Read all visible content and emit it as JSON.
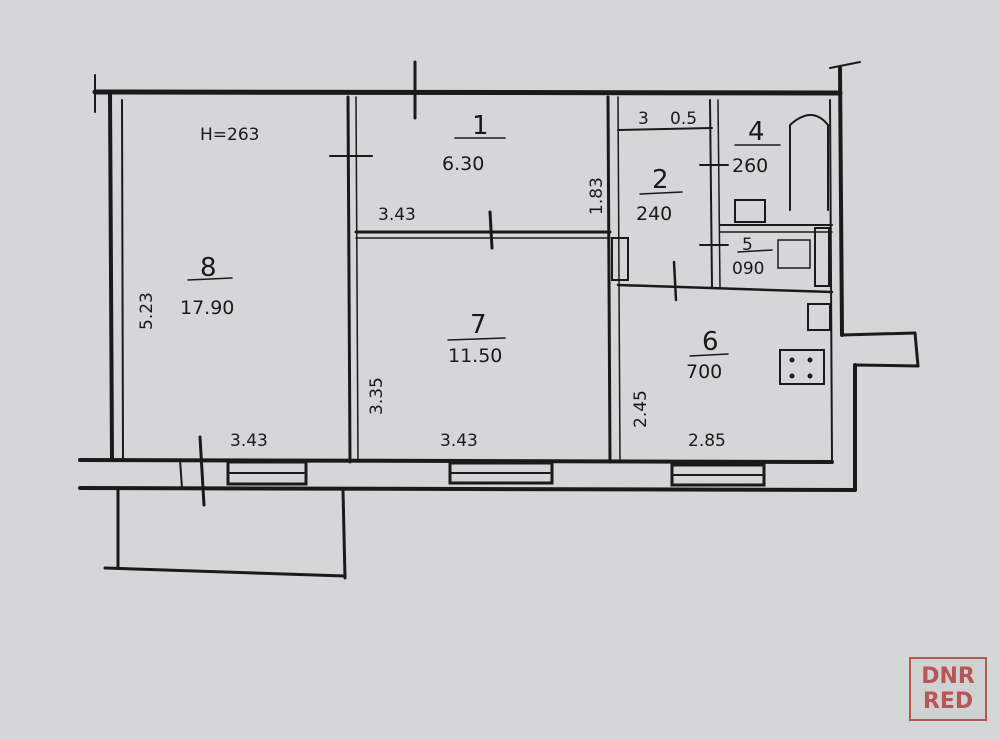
{
  "plan": {
    "ceiling_height": "H=263",
    "rooms": [
      {
        "number": "1",
        "area": "6.30"
      },
      {
        "number": "2",
        "area": "240"
      },
      {
        "number": "3",
        "area": "0.5"
      },
      {
        "number": "4",
        "area": "260"
      },
      {
        "number": "5",
        "area": "090"
      },
      {
        "number": "6",
        "area": "700"
      },
      {
        "number": "7",
        "area": "11.50"
      },
      {
        "number": "8",
        "area": "17.90"
      }
    ],
    "dimensions": {
      "room8_height": "5.23",
      "room7_height": "3.35",
      "room6_height": "2.45",
      "room2_height": "1.83",
      "corridor_width": "3.43",
      "room8_width": "3.43",
      "room7_width": "3.43",
      "room6_width": "2.85"
    }
  },
  "watermark": {
    "line1": "DNR",
    "line2": "RED",
    "color": "#b34040"
  },
  "colors": {
    "paper": "#d4d6d7",
    "ink": "#1a1a1a"
  }
}
